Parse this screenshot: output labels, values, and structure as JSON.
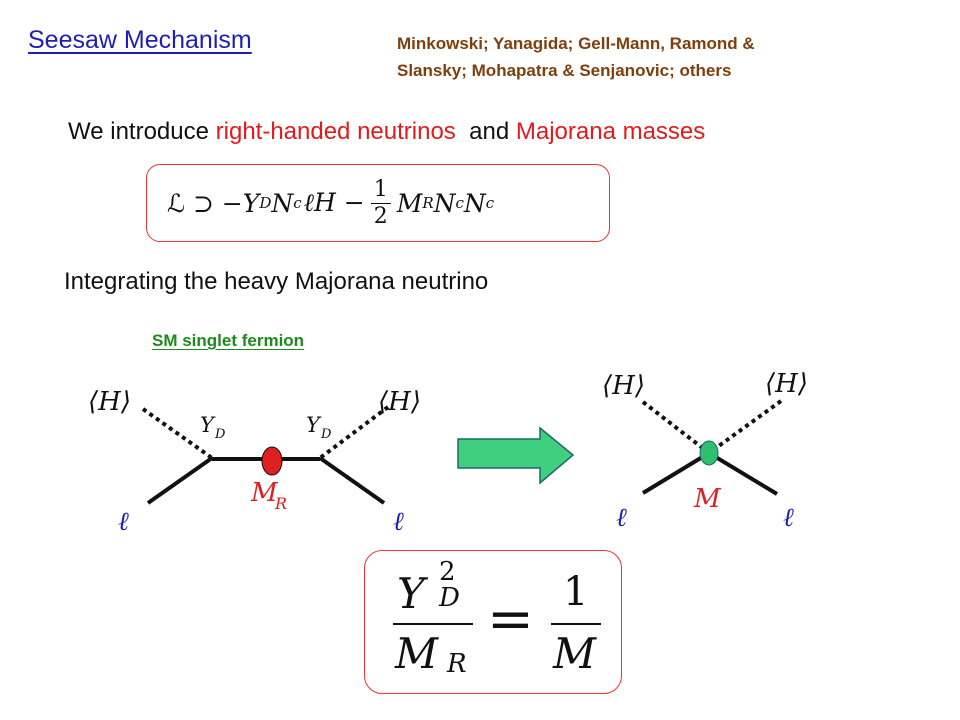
{
  "title": "Seesaw Mechanism",
  "authors_line1": "Minkowski; Yanagida;  Gell-Mann, Ramond &",
  "authors_line2": "Slansky; Mohapatra & Senjanovic; others",
  "intro": {
    "prefix": "We introduce ",
    "term1": "right-handed neutrinos",
    "middle": "  and ",
    "term2": "Majorana masses"
  },
  "lagrangian": {
    "lhs": "ℒ ⊃ −",
    "y": "Y",
    "y_sub": "D",
    "term1": "N",
    "term1_sup": "c",
    "term1_rest": "ℓH −",
    "half_num": "1",
    "half_den": "2",
    "m": "M",
    "m_sub": "R",
    "term2": "N",
    "term2_sup": "c",
    "term3": "N",
    "term3_sup": "c"
  },
  "integrating": "Integrating the heavy Majorana neutrino",
  "singlet_label": "SM singlet fermion",
  "left_diagram": {
    "vev_left": "⟨H⟩",
    "vev_right": "⟨H⟩",
    "yd_left": "Y",
    "yd_left_sub": "D",
    "yd_right": "Y",
    "yd_right_sub": "D",
    "mass": "M",
    "mass_sub": "R",
    "lepton_left": "ℓ",
    "lepton_right": "ℓ"
  },
  "right_diagram": {
    "vev_left": "⟨H⟩",
    "vev_right": "⟨H⟩",
    "mass": "M",
    "lepton_left": "ℓ",
    "lepton_right": "ℓ"
  },
  "result": {
    "num_y": "Y",
    "num_sup": "2",
    "num_sub": "D",
    "den_m": "M",
    "den_sub": "R",
    "equals": "=",
    "rhs_num": "1",
    "rhs_den": "M"
  },
  "colors": {
    "title": "#1f1fb4",
    "authors": "#7f3f0d",
    "highlight": "#e11b1b",
    "singlet": "#1e8a1e",
    "arrow_fill": "#3fcf7f",
    "vertex_red": "#e02020",
    "vertex_green": "#2fbf6f"
  }
}
